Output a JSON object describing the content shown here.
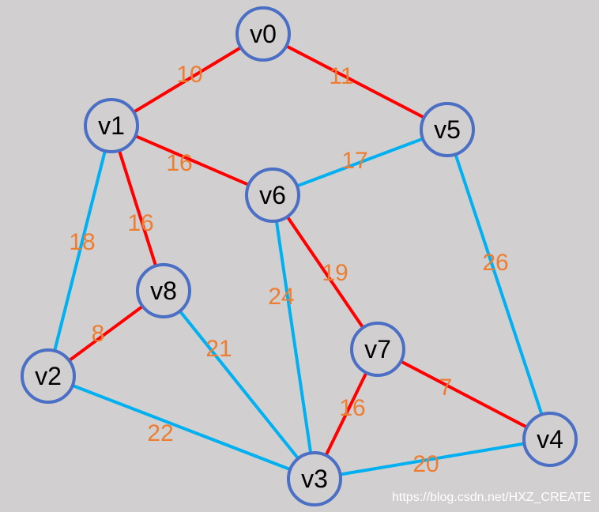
{
  "graph": {
    "colors": {
      "mst_edge": "#ff0000",
      "other_edge": "#00b0f0",
      "node_border": "#4a6fc4",
      "weight_text": "#ed7d31",
      "background": "#d1cfd0"
    },
    "nodes": [
      {
        "id": "v0",
        "label": "v0"
      },
      {
        "id": "v1",
        "label": "v1"
      },
      {
        "id": "v2",
        "label": "v2"
      },
      {
        "id": "v3",
        "label": "v3"
      },
      {
        "id": "v4",
        "label": "v4"
      },
      {
        "id": "v5",
        "label": "v5"
      },
      {
        "id": "v6",
        "label": "v6"
      },
      {
        "id": "v7",
        "label": "v7"
      },
      {
        "id": "v8",
        "label": "v8"
      }
    ],
    "edges": [
      {
        "from": "v0",
        "to": "v1",
        "weight": "10",
        "in_mst": true
      },
      {
        "from": "v0",
        "to": "v5",
        "weight": "11",
        "in_mst": true
      },
      {
        "from": "v1",
        "to": "v6",
        "weight": "16",
        "in_mst": true
      },
      {
        "from": "v1",
        "to": "v8",
        "weight": "16",
        "in_mst": true
      },
      {
        "from": "v1",
        "to": "v2",
        "weight": "18",
        "in_mst": false
      },
      {
        "from": "v5",
        "to": "v6",
        "weight": "17",
        "in_mst": false
      },
      {
        "from": "v5",
        "to": "v4",
        "weight": "26",
        "in_mst": false
      },
      {
        "from": "v6",
        "to": "v7",
        "weight": "19",
        "in_mst": true
      },
      {
        "from": "v6",
        "to": "v3",
        "weight": "24",
        "in_mst": false
      },
      {
        "from": "v8",
        "to": "v2",
        "weight": "8",
        "in_mst": true
      },
      {
        "from": "v8",
        "to": "v3",
        "weight": "21",
        "in_mst": false
      },
      {
        "from": "v2",
        "to": "v3",
        "weight": "22",
        "in_mst": false
      },
      {
        "from": "v7",
        "to": "v3",
        "weight": "16",
        "in_mst": true
      },
      {
        "from": "v7",
        "to": "v4",
        "weight": "7",
        "in_mst": true
      },
      {
        "from": "v3",
        "to": "v4",
        "weight": "20",
        "in_mst": false
      }
    ]
  },
  "watermark": "https://blog.csdn.net/HXZ_CREATE"
}
